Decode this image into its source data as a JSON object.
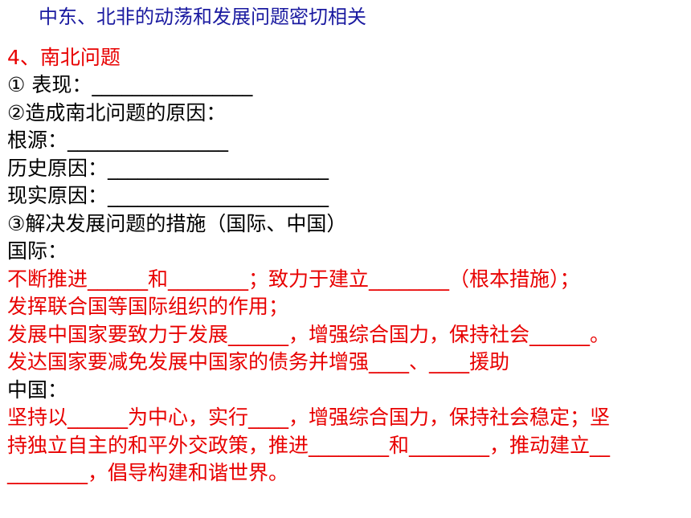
{
  "title": "中东、北非的动荡和发展问题密切相关",
  "lines": [
    "4、南北问题",
    " ① 表现：________________",
    "②造成南北问题的原因：",
    "根源：________________",
    "历史原因：______________________",
    "现实原因：______________________",
    "③解决发展问题的措施（国际、中国）",
    "国际：",
    "不断推进______和________；致力于建立________（根本措施）；",
    "发挥联合国等国际组织的作用；",
    "发展中国家要致力于发展______，增强综合国力，保持社会______。",
    "发达国家要减免发展中国家的债务并增强____、____援助",
    "中国：",
    "坚持以______为中心，实行____，增强综合国力，保持社会稳定；坚",
    "持独立自主的和平外交政策，推进________和________，推动建立__",
    "________，倡导构建和谐世界。"
  ],
  "colors": {
    "title": "#1a1aa0",
    "red": "#e80000",
    "black": "#000000"
  }
}
